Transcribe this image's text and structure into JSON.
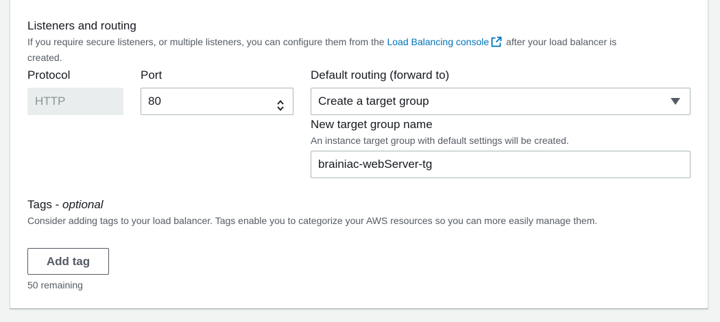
{
  "listeners": {
    "title": "Listeners and routing",
    "desc_before": "If you require secure listeners, or multiple listeners, you can configure them from the ",
    "link_text": "Load Balancing console",
    "link_icon": "external-link-icon",
    "desc_after": " after your load balancer is",
    "desc_line2": "created."
  },
  "protocol": {
    "label": "Protocol",
    "value": "HTTP"
  },
  "port": {
    "label": "Port",
    "value": "80",
    "stepper_icon": "stepper-icon"
  },
  "routing": {
    "label": "Default routing (forward to)",
    "selected": "Create a target group",
    "caret_icon": "caret-down-icon",
    "tg_label": "New target group name",
    "tg_desc": "An instance target group with default settings will be created.",
    "tg_value": "brainiac-webServer-tg"
  },
  "tags": {
    "title": "Tags - ",
    "title_suffix": "optional",
    "desc": "Consider adding tags to your load balancer. Tags enable you to categorize your AWS resources so you can more easily manage them.",
    "add_button": "Add tag",
    "remaining": "50 remaining"
  },
  "colors": {
    "link": "#0073bb",
    "text": "#16191f",
    "muted": "#545b64"
  }
}
